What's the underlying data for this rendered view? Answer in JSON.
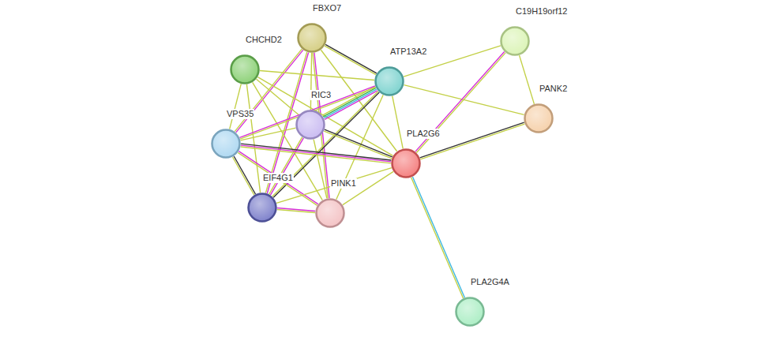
{
  "diagram": {
    "nodes": [
      {
        "text": [
          "FBXO7"
        ]
      },
      {
        "text": [
          "CHCHD2"
        ]
      },
      {
        "text": [
          "ATP13A2"
        ]
      },
      {
        "text": [
          "C19H19orf12"
        ]
      },
      {
        "text": [
          "RIC3"
        ]
      },
      {
        "text": [
          "VPS35"
        ]
      },
      {
        "text": [
          "PANK2"
        ]
      },
      {
        "text": [
          "PLA2G6"
        ]
      },
      {
        "text": [
          "EIF4G1"
        ]
      },
      {
        "text": [
          "PINK1"
        ]
      },
      {
        "text": [
          "PLA2G4A"
        ]
      }
    ],
    "edges": [
      {
        "from": 0,
        "to": 2,
        "arrow": "none"
      },
      {
        "from": 0,
        "to": 4,
        "arrow": "none"
      },
      {
        "from": 0,
        "to": 5,
        "arrow": "none"
      },
      {
        "from": 0,
        "to": 8,
        "arrow": "none"
      },
      {
        "from": 0,
        "to": 9,
        "arrow": "none"
      },
      {
        "from": 0,
        "to": 7,
        "arrow": "none"
      },
      {
        "from": 1,
        "to": 2,
        "arrow": "none"
      },
      {
        "from": 1,
        "to": 4,
        "arrow": "none"
      },
      {
        "from": 1,
        "to": 5,
        "arrow": "none"
      },
      {
        "from": 1,
        "to": 8,
        "arrow": "none"
      },
      {
        "from": 1,
        "to": 9,
        "arrow": "none"
      },
      {
        "from": 1,
        "to": 7,
        "arrow": "none"
      },
      {
        "from": 2,
        "to": 4,
        "arrow": "none"
      },
      {
        "from": 2,
        "to": 5,
        "arrow": "none"
      },
      {
        "from": 2,
        "to": 8,
        "arrow": "none"
      },
      {
        "from": 2,
        "to": 9,
        "arrow": "none"
      },
      {
        "from": 2,
        "to": 7,
        "arrow": "none"
      },
      {
        "from": 2,
        "to": 3,
        "arrow": "none"
      },
      {
        "from": 2,
        "to": 6,
        "arrow": "none"
      },
      {
        "from": 4,
        "to": 5,
        "arrow": "none"
      },
      {
        "from": 4,
        "to": 8,
        "arrow": "none"
      },
      {
        "from": 4,
        "to": 9,
        "arrow": "none"
      },
      {
        "from": 4,
        "to": 7,
        "arrow": "none"
      },
      {
        "from": 5,
        "to": 8,
        "arrow": "none"
      },
      {
        "from": 5,
        "to": 9,
        "arrow": "none"
      },
      {
        "from": 5,
        "to": 7,
        "arrow": "none"
      },
      {
        "from": 8,
        "to": 9,
        "arrow": "none"
      },
      {
        "from": 8,
        "to": 7,
        "arrow": "none"
      },
      {
        "from": 9,
        "to": 7,
        "arrow": "none"
      },
      {
        "from": 7,
        "to": 3,
        "arrow": "none"
      },
      {
        "from": 7,
        "to": 6,
        "arrow": "none"
      },
      {
        "from": 7,
        "to": 10,
        "arrow": "none"
      },
      {
        "from": 3,
        "to": 6,
        "arrow": "none"
      }
    ]
  }
}
